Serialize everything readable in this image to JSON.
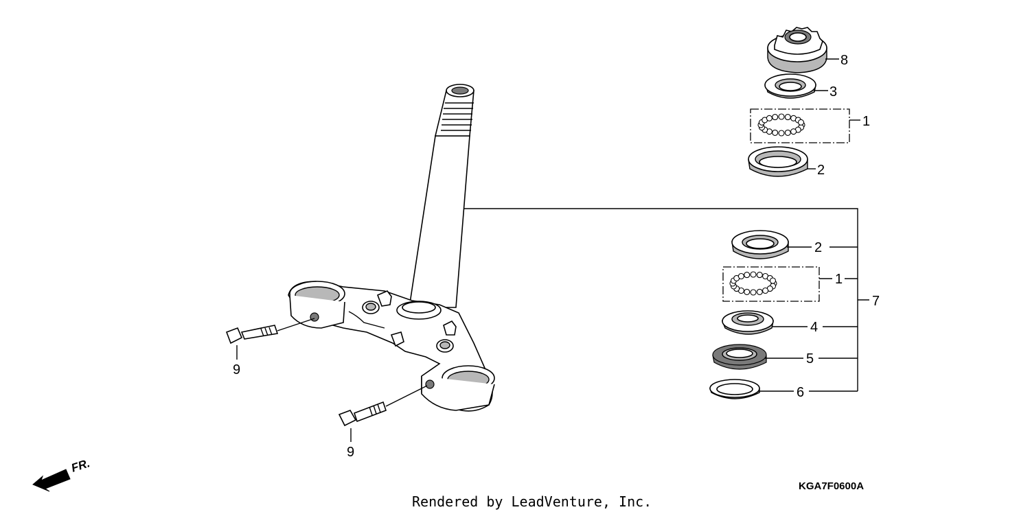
{
  "callouts": {
    "c8": "8",
    "c3": "3",
    "c1_top": "1",
    "c2_top": "2",
    "c2_low": "2",
    "c1_low": "1",
    "c4": "4",
    "c5": "5",
    "c6": "6",
    "c7": "7",
    "c9_left": "9",
    "c9_right": "9"
  },
  "direction_label": "FR.",
  "diagram_code": "KGA7F0600A",
  "credit": "Rendered by LeadVenture, Inc."
}
